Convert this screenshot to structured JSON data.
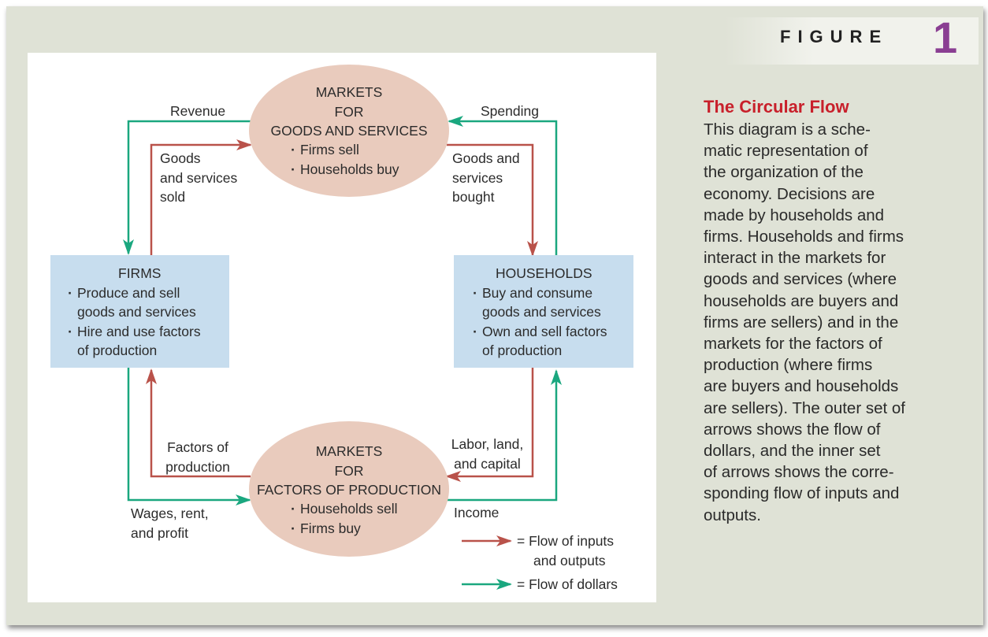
{
  "figure": {
    "word": "FIGURE",
    "number": "1"
  },
  "colors": {
    "inputs_arrow": "#b9524a",
    "dollars_arrow": "#1aa77f",
    "ellipse_fill": "#e9cbbd",
    "box_fill": "#c7ddee",
    "title": "#c8202b",
    "figure_number": "#8a3e92"
  },
  "diagram": {
    "goods_market": {
      "line1": "MARKETS",
      "line2": "FOR",
      "line3": "GOODS AND SERVICES",
      "bullet1": "Firms sell",
      "bullet2": "Households buy"
    },
    "factor_market": {
      "line1": "MARKETS",
      "line2": "FOR",
      "line3": "FACTORS OF PRODUCTION",
      "bullet1": "Households sell",
      "bullet2": "Firms buy"
    },
    "firms": {
      "title": "FIRMS",
      "bullet1a": "Produce and sell",
      "bullet1b": "goods and services",
      "bullet2a": "Hire and use factors",
      "bullet2b": "of production"
    },
    "households": {
      "title": "HOUSEHOLDS",
      "bullet1a": "Buy and consume",
      "bullet1b": "goods and services",
      "bullet2a": "Own and sell factors",
      "bullet2b": "of production"
    },
    "flows": {
      "revenue": "Revenue",
      "spending": "Spending",
      "goods_sold": [
        "Goods",
        "and services",
        "sold"
      ],
      "goods_bought": [
        "Goods and",
        "services",
        "bought"
      ],
      "factors": [
        "Factors of",
        "production"
      ],
      "labor": [
        "Labor, land,",
        "and capital"
      ],
      "wages": [
        "Wages, rent,",
        "and profit"
      ],
      "income": "Income"
    },
    "legend": {
      "inputs_line1": "= Flow of inputs",
      "inputs_line2": "and outputs",
      "dollars": "= Flow of dollars"
    }
  },
  "caption": {
    "title": "The Circular Flow",
    "lines": [
      "This diagram is a sche-",
      "matic representation of",
      "the organization of the",
      "economy. Decisions are",
      "made by households and",
      "firms. Households and firms",
      "interact in the markets for",
      "goods and services (where",
      "households are buyers and",
      "firms are sellers) and in the",
      "markets for the factors of",
      "production (where firms",
      "are buyers and households",
      "are sellers). The outer set of",
      "arrows shows the flow of",
      "dollars, and the inner set",
      "of arrows shows the corre-",
      "sponding flow of inputs and",
      "outputs."
    ]
  }
}
